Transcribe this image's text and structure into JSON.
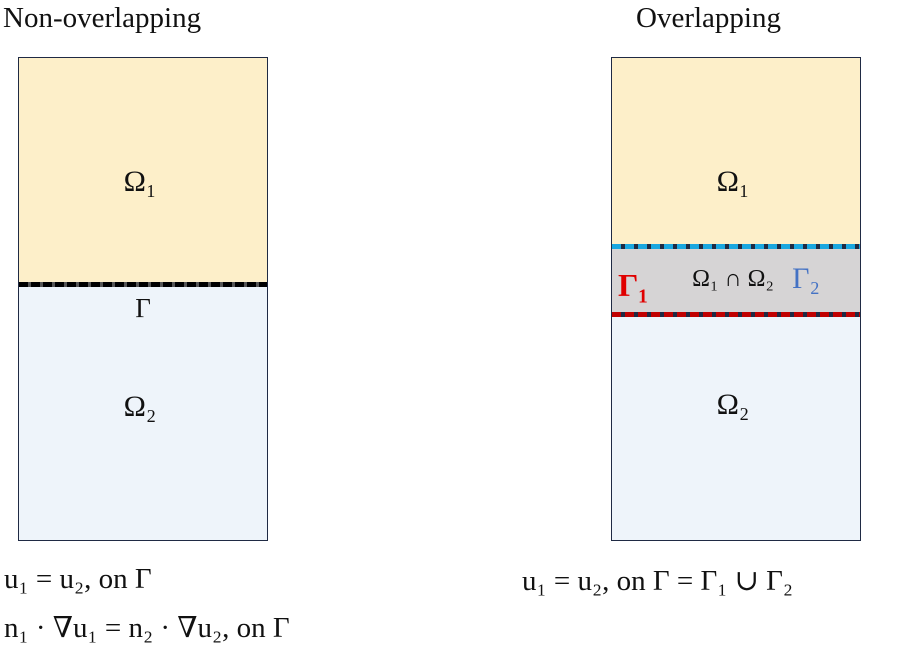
{
  "left": {
    "title": "Non-overlapping",
    "omega1": "Ω₁",
    "omega2": "Ω₂",
    "interface": "Γ",
    "eq1": "u₁ = u₂, on Γ",
    "eq2": "n₁ · ∇u₁ = n₂ · ∇u₂, on Γ"
  },
  "right": {
    "title": "Overlapping",
    "omega1": "Ω₁",
    "omega2": "Ω₂",
    "overlap": "Ω₁ ∩ Ω₂",
    "gamma1": "Γ₁",
    "gamma2": "Γ₂",
    "eq1": "u₁ = u₂, on Γ = Γ₁ ∪ Γ₂"
  },
  "colors": {
    "omega1_fill": "#fdefc9",
    "omega2_fill": "#eef4fa",
    "overlap_fill": "#d6d4d5",
    "gamma1": "#e00000",
    "gamma2": "#4472c4",
    "gamma2_line": "#1aa7e0",
    "gamma1_line": "#c00000"
  }
}
